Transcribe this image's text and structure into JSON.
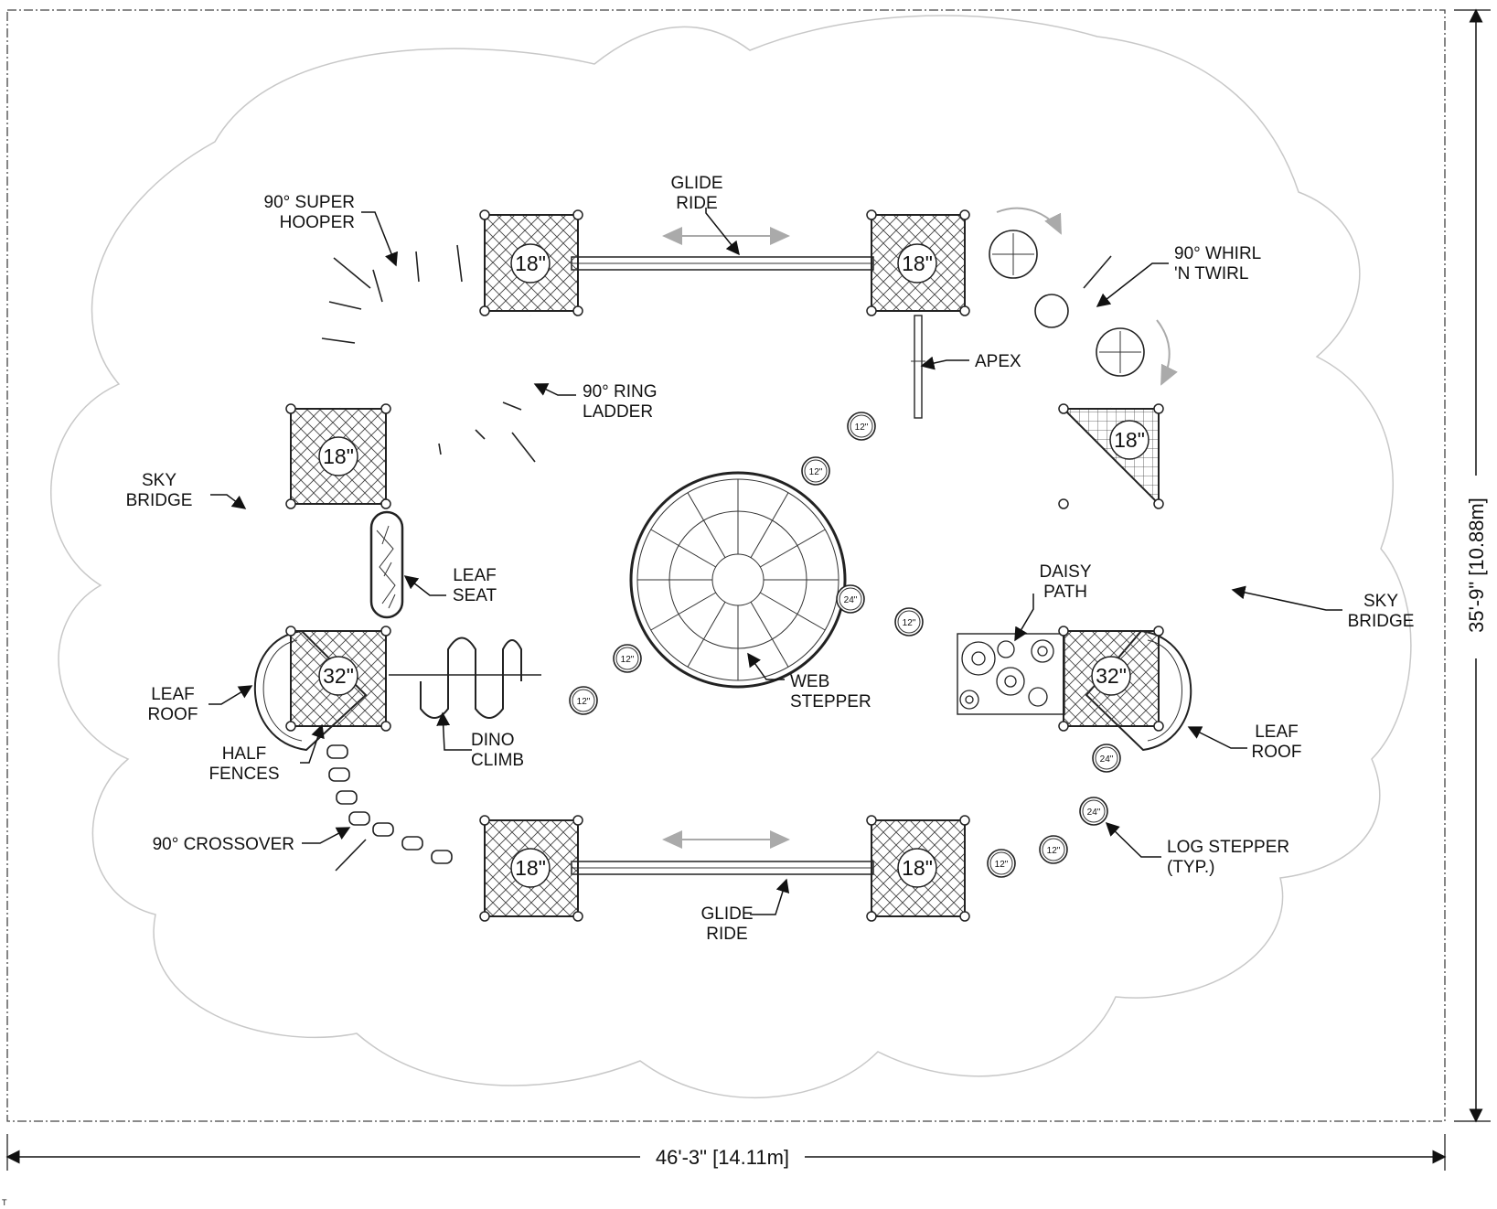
{
  "dimensions": {
    "width": "46'-3\" [14.11m]",
    "height": "35'-9\" [10.88m]"
  },
  "decks": [
    {
      "id": "deck-top-left",
      "label": "18\""
    },
    {
      "id": "deck-top-right",
      "label": "18\""
    },
    {
      "id": "deck-left-upper",
      "label": "18\""
    },
    {
      "id": "deck-left-lower",
      "label": "32\""
    },
    {
      "id": "deck-right-tri",
      "label": "18\""
    },
    {
      "id": "deck-right-lower",
      "label": "32\""
    },
    {
      "id": "deck-bottom-left",
      "label": "18\""
    },
    {
      "id": "deck-bottom-right",
      "label": "18\""
    }
  ],
  "labels": {
    "glide_ride_top": [
      "GLIDE",
      "RIDE"
    ],
    "super_hooper": [
      "90° SUPER",
      "HOOPER"
    ],
    "whirl_twirl": [
      "90° WHIRL",
      "'N TWIRL"
    ],
    "apex": [
      "APEX"
    ],
    "ring_ladder": [
      "90° RING",
      "LADDER"
    ],
    "sky_bridge_left": [
      "SKY",
      "BRIDGE"
    ],
    "leaf_seat": [
      "LEAF",
      "SEAT"
    ],
    "daisy_path": [
      "DAISY",
      "PATH"
    ],
    "sky_bridge_right": [
      "SKY",
      "BRIDGE"
    ],
    "leaf_roof_left": [
      "LEAF",
      "ROOF"
    ],
    "web_stepper": [
      "WEB",
      "STEPPER"
    ],
    "half_fences": [
      "HALF",
      "FENCES"
    ],
    "dino_climb": [
      "DINO",
      "CLIMB"
    ],
    "leaf_roof_right": [
      "LEAF",
      "ROOF"
    ],
    "crossover": [
      "90° CROSSOVER"
    ],
    "log_stepper": [
      "LOG STEPPER",
      "(TYP.)"
    ],
    "glide_ride_bottom": [
      "GLIDE",
      "RIDE"
    ]
  },
  "log_steppers": [
    {
      "id": "log-1",
      "label": "12\""
    },
    {
      "id": "log-2",
      "label": "12\""
    },
    {
      "id": "log-3",
      "label": "24\""
    },
    {
      "id": "log-4",
      "label": "12\""
    },
    {
      "id": "log-5",
      "label": "12\""
    },
    {
      "id": "log-6",
      "label": "12\""
    },
    {
      "id": "log-7",
      "label": "24\""
    },
    {
      "id": "log-8",
      "label": "24\""
    },
    {
      "id": "log-9",
      "label": "12\""
    },
    {
      "id": "log-10",
      "label": "12\""
    }
  ],
  "corner_mark": "T"
}
